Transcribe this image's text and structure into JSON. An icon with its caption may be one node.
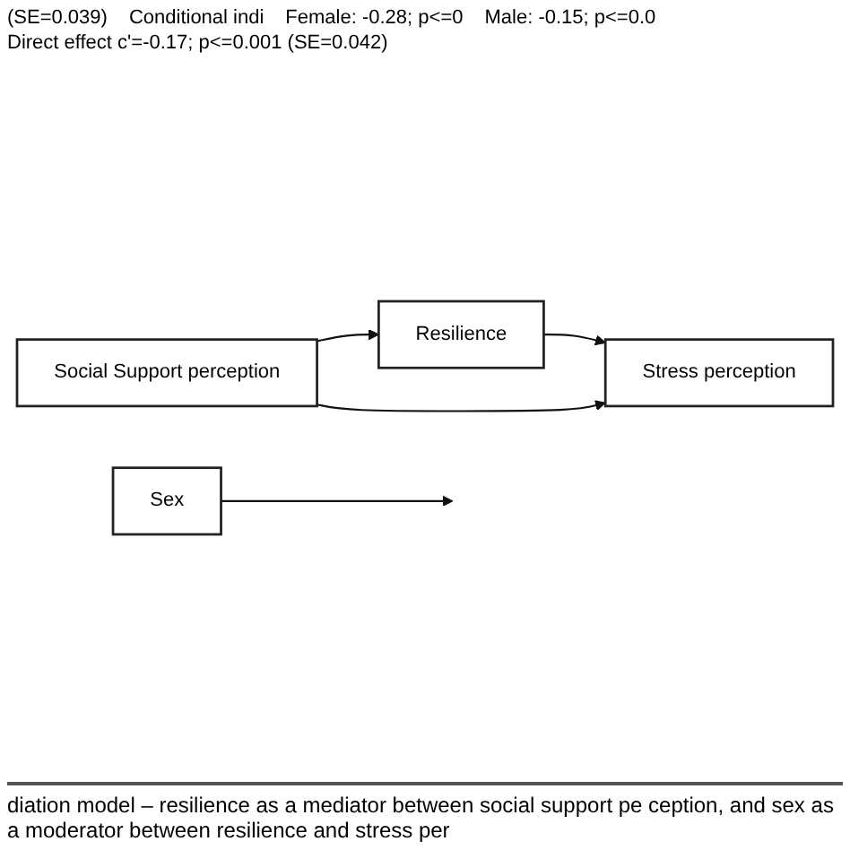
{
  "diagram": {
    "caption": "diation model – resilience as a mediator between social support pe ception, and sex as a moderator between resilience and stress per",
    "nodes": [
      {
        "text": [
          "Social Support perception"
        ]
      },
      {
        "text": [
          "Resilience"
        ]
      },
      {
        "text": [
          "Sex"
        ]
      },
      {
        "text": [
          "Stress perception"
        ]
      }
    ],
    "edges": [
      {
        "from": 0,
        "to": 1,
        "arrow": "to"
      },
      {
        "from": 1,
        "to": 3,
        "arrow": "to"
      },
      {
        "from": 0,
        "to": 3,
        "arrow": "to"
      },
      {
        "from": 2,
        "to": null,
        "arrow": "to"
      }
    ],
    "labels": [
      "(SE=0.039)",
      "Conditional indi",
      "Female: -0.28; p<=0",
      "Male: -0.15; p<=0.0",
      "Direct effect c'=-0.17; p<=0.001 (SE=0.042)"
    ]
  }
}
